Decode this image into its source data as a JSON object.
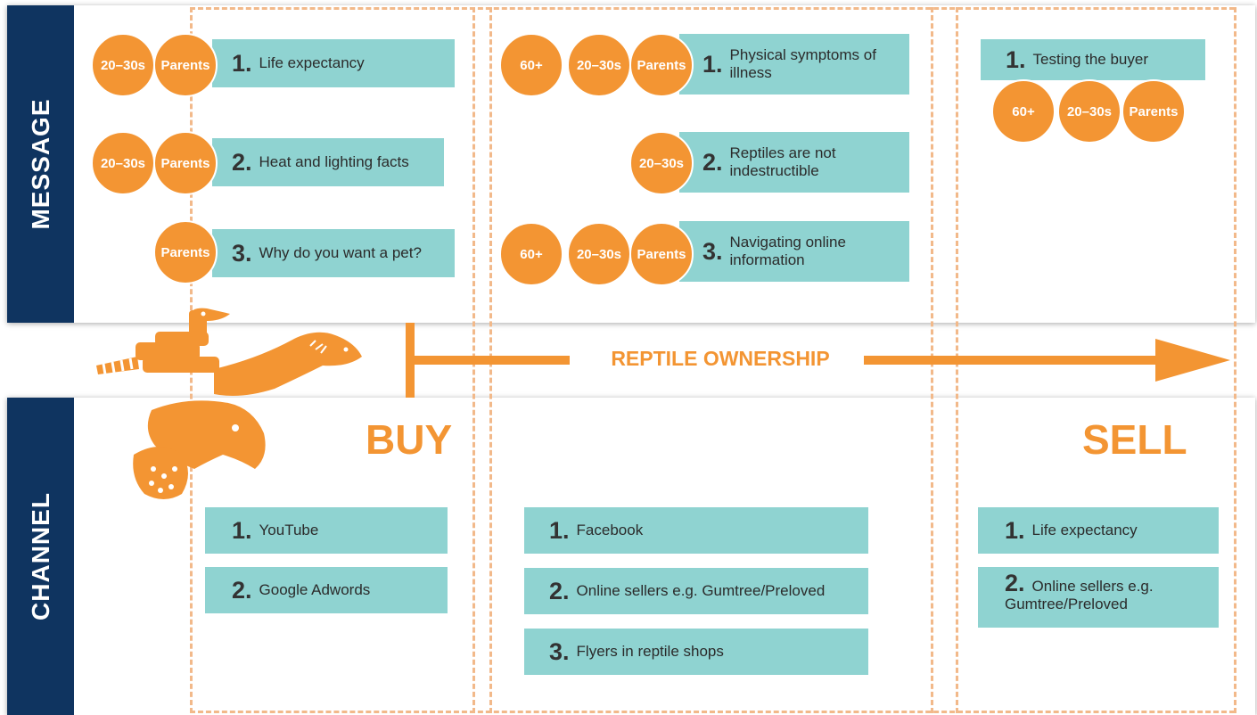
{
  "sections": {
    "message": "MESSAGE",
    "channel": "CHANNEL"
  },
  "stages": {
    "buy": "BUY",
    "sell": "SELL"
  },
  "timeline": {
    "label": "REPTILE OWNERSHIP"
  },
  "message": {
    "buy": [
      {
        "num": "1.",
        "text": "Life expectancy",
        "audiences": [
          "20–30s",
          "Parents"
        ]
      },
      {
        "num": "2.",
        "text": "Heat and lighting facts",
        "audiences": [
          "20–30s",
          "Parents"
        ]
      },
      {
        "num": "3.",
        "text": "Why do you want a pet?",
        "audiences": [
          "Parents"
        ]
      }
    ],
    "own": [
      {
        "num": "1.",
        "text": "Physical symptoms of illness",
        "audiences": [
          "60+",
          "20–30s",
          "Parents"
        ]
      },
      {
        "num": "2.",
        "text": "Reptiles are not indestructible",
        "audiences": [
          "20–30s"
        ]
      },
      {
        "num": "3.",
        "text": "Navigating online information",
        "audiences": [
          "60+",
          "20–30s",
          "Parents"
        ]
      }
    ],
    "sell": [
      {
        "num": "1.",
        "text": "Testing the buyer",
        "audiences": [
          "60+",
          "20–30s",
          "Parents"
        ]
      }
    ]
  },
  "channel": {
    "buy": [
      {
        "num": "1.",
        "text": "YouTube"
      },
      {
        "num": "2.",
        "text": "Google Adwords"
      }
    ],
    "own": [
      {
        "num": "1.",
        "text": "Facebook"
      },
      {
        "num": "2.",
        "text": "Online sellers e.g. Gumtree/Preloved"
      },
      {
        "num": "3.",
        "text": "Flyers in reptile shops"
      }
    ],
    "sell": [
      {
        "num": "1.",
        "text": "Life expectancy"
      },
      {
        "num": "2.",
        "text": "Online sellers e.g. Gumtree/Preloved"
      }
    ]
  },
  "colors": {
    "navy": "#0f3460",
    "orange": "#f39533",
    "teal": "#8fd3d1",
    "dash": "#f2b98a"
  },
  "illustration": {
    "icon": "reptiles-illustration-icon"
  }
}
